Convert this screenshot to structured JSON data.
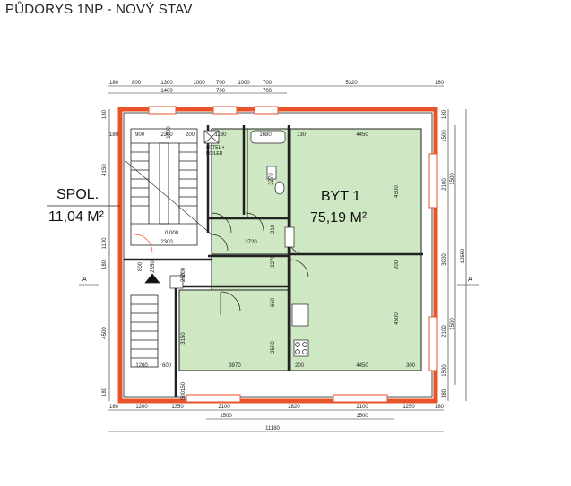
{
  "title": "PŮDORYS 1NP - NOVÝ STAV",
  "rooms": {
    "spol": {
      "name": "SPOL.",
      "area": "11,04 M²"
    },
    "byt1": {
      "name": "BYT 1",
      "area": "75,19 M²"
    }
  },
  "labels": {
    "kotel": "KOTEL +",
    "boiler": "BOILER",
    "level": "0,000",
    "section": "A"
  },
  "dims": {
    "top1": [
      "180",
      "800",
      "1300",
      "1000",
      "700",
      "1000",
      "700",
      "5320",
      "180"
    ],
    "top2": [
      "1400",
      "700",
      "700"
    ],
    "bottom1": [
      "180",
      "1200",
      "1350",
      "2100",
      "2820",
      "2100",
      "1250",
      "180"
    ],
    "bottom2": [
      "1500",
      "1500"
    ],
    "total": "11180",
    "left": [
      "180",
      "4150",
      "1100",
      "180",
      "4500",
      "180"
    ],
    "right1": [
      "180",
      "1500",
      "2100",
      "3000",
      "2100",
      "1500",
      "180"
    ],
    "right2": [
      "1500",
      "1500"
    ],
    "right_total": "10560",
    "interior": [
      "180",
      "900",
      "2300",
      "200",
      "1130",
      "1680",
      "130",
      "4450",
      "3270",
      "4500",
      "2300",
      "2720",
      "210",
      "2270",
      "200",
      "3150",
      "3970",
      "650",
      "2500",
      "4500",
      "1200",
      "600",
      "200",
      "4450",
      "300",
      "800",
      "2350",
      "200",
      "1900",
      "250",
      "150",
      "500"
    ]
  },
  "colors": {
    "wall": "#e8532a",
    "floor": "#cfe8c4",
    "line": "#222222"
  }
}
